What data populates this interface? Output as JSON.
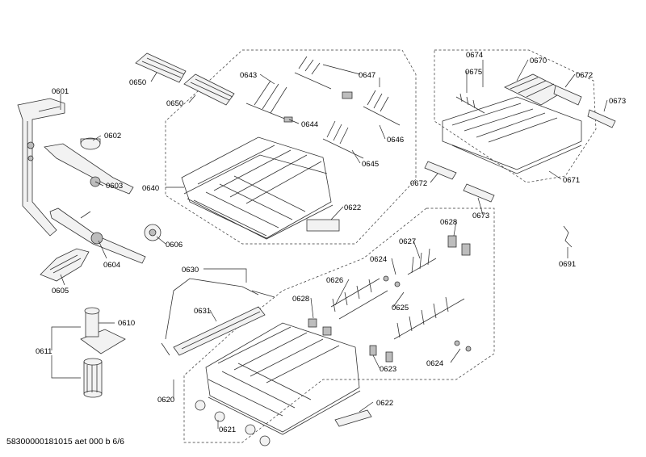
{
  "footer": "58300000181015 aet 000 b 6/6",
  "labels": {
    "l0601": "0601",
    "l0602": "0602",
    "l0603": "0603",
    "l0604": "0604",
    "l0605": "0605",
    "l0606": "0606",
    "l0610": "0610",
    "l0611": "0611",
    "l0620": "0620",
    "l0621": "0621",
    "l0622a": "0622",
    "l0622b": "0622",
    "l0623": "0623",
    "l0624a": "0624",
    "l0624b": "0624",
    "l0625": "0625",
    "l0626": "0626",
    "l0627": "0627",
    "l0628a": "0628",
    "l0628b": "0628",
    "l0630": "0630",
    "l0631": "0631",
    "l0640": "0640",
    "l0643": "0643",
    "l0644": "0644",
    "l0645": "0645",
    "l0646": "0646",
    "l0647": "0647",
    "l0650a": "0650",
    "l0650b": "0650",
    "l0670": "0670",
    "l0671": "0671",
    "l0672a": "0672",
    "l0672b": "0672",
    "l0673a": "0673",
    "l0673b": "0673",
    "l0674": "0674",
    "l0675": "0675",
    "l0691": "0691"
  }
}
